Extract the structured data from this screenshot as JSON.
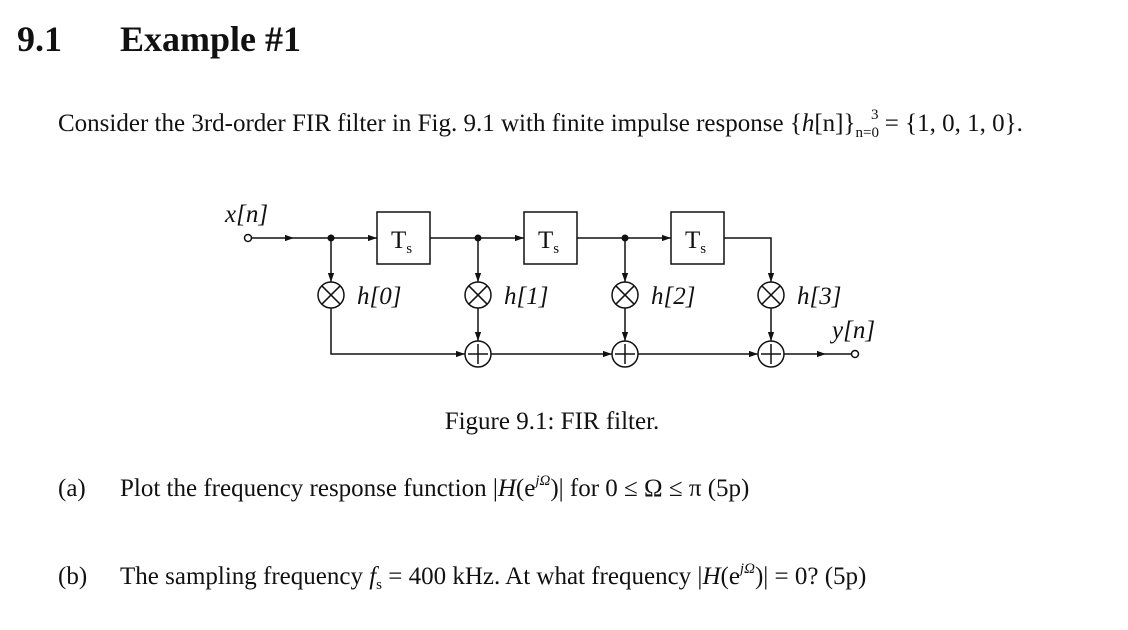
{
  "section": {
    "number": "9.1",
    "title": "Example #1"
  },
  "intro": {
    "text_before": "Consider the 3rd-order FIR filter in Fig. 9.1 with finite impulse response {",
    "h": "h",
    "n": "[n]",
    "close": "}",
    "sup": "3",
    "sub": "n=0",
    "eq": " = {1, 0, 1, 0}."
  },
  "diagram": {
    "input_label": "x[n]",
    "output_label": "y[n]",
    "delay_label": "T",
    "delay_sub": "s",
    "coefficients": [
      "h[0]",
      "h[1]",
      "h[2]",
      "h[3]"
    ]
  },
  "caption": "Figure 9.1: FIR filter.",
  "questions": [
    {
      "label": "(a)",
      "before": "Plot the frequency response function |",
      "H": "H",
      "e_open": "(e",
      "exp": "jΩ",
      "after": ")| for 0 ≤ Ω ≤ π (5p)"
    },
    {
      "label": "(b)",
      "before": "The sampling frequency ",
      "f": "f",
      "fsub": "s",
      "mid": " = 400 kHz. At what frequency |",
      "H": "H",
      "e_open": "(e",
      "exp": "jΩ",
      "after": ")| = 0? (5p)"
    }
  ]
}
